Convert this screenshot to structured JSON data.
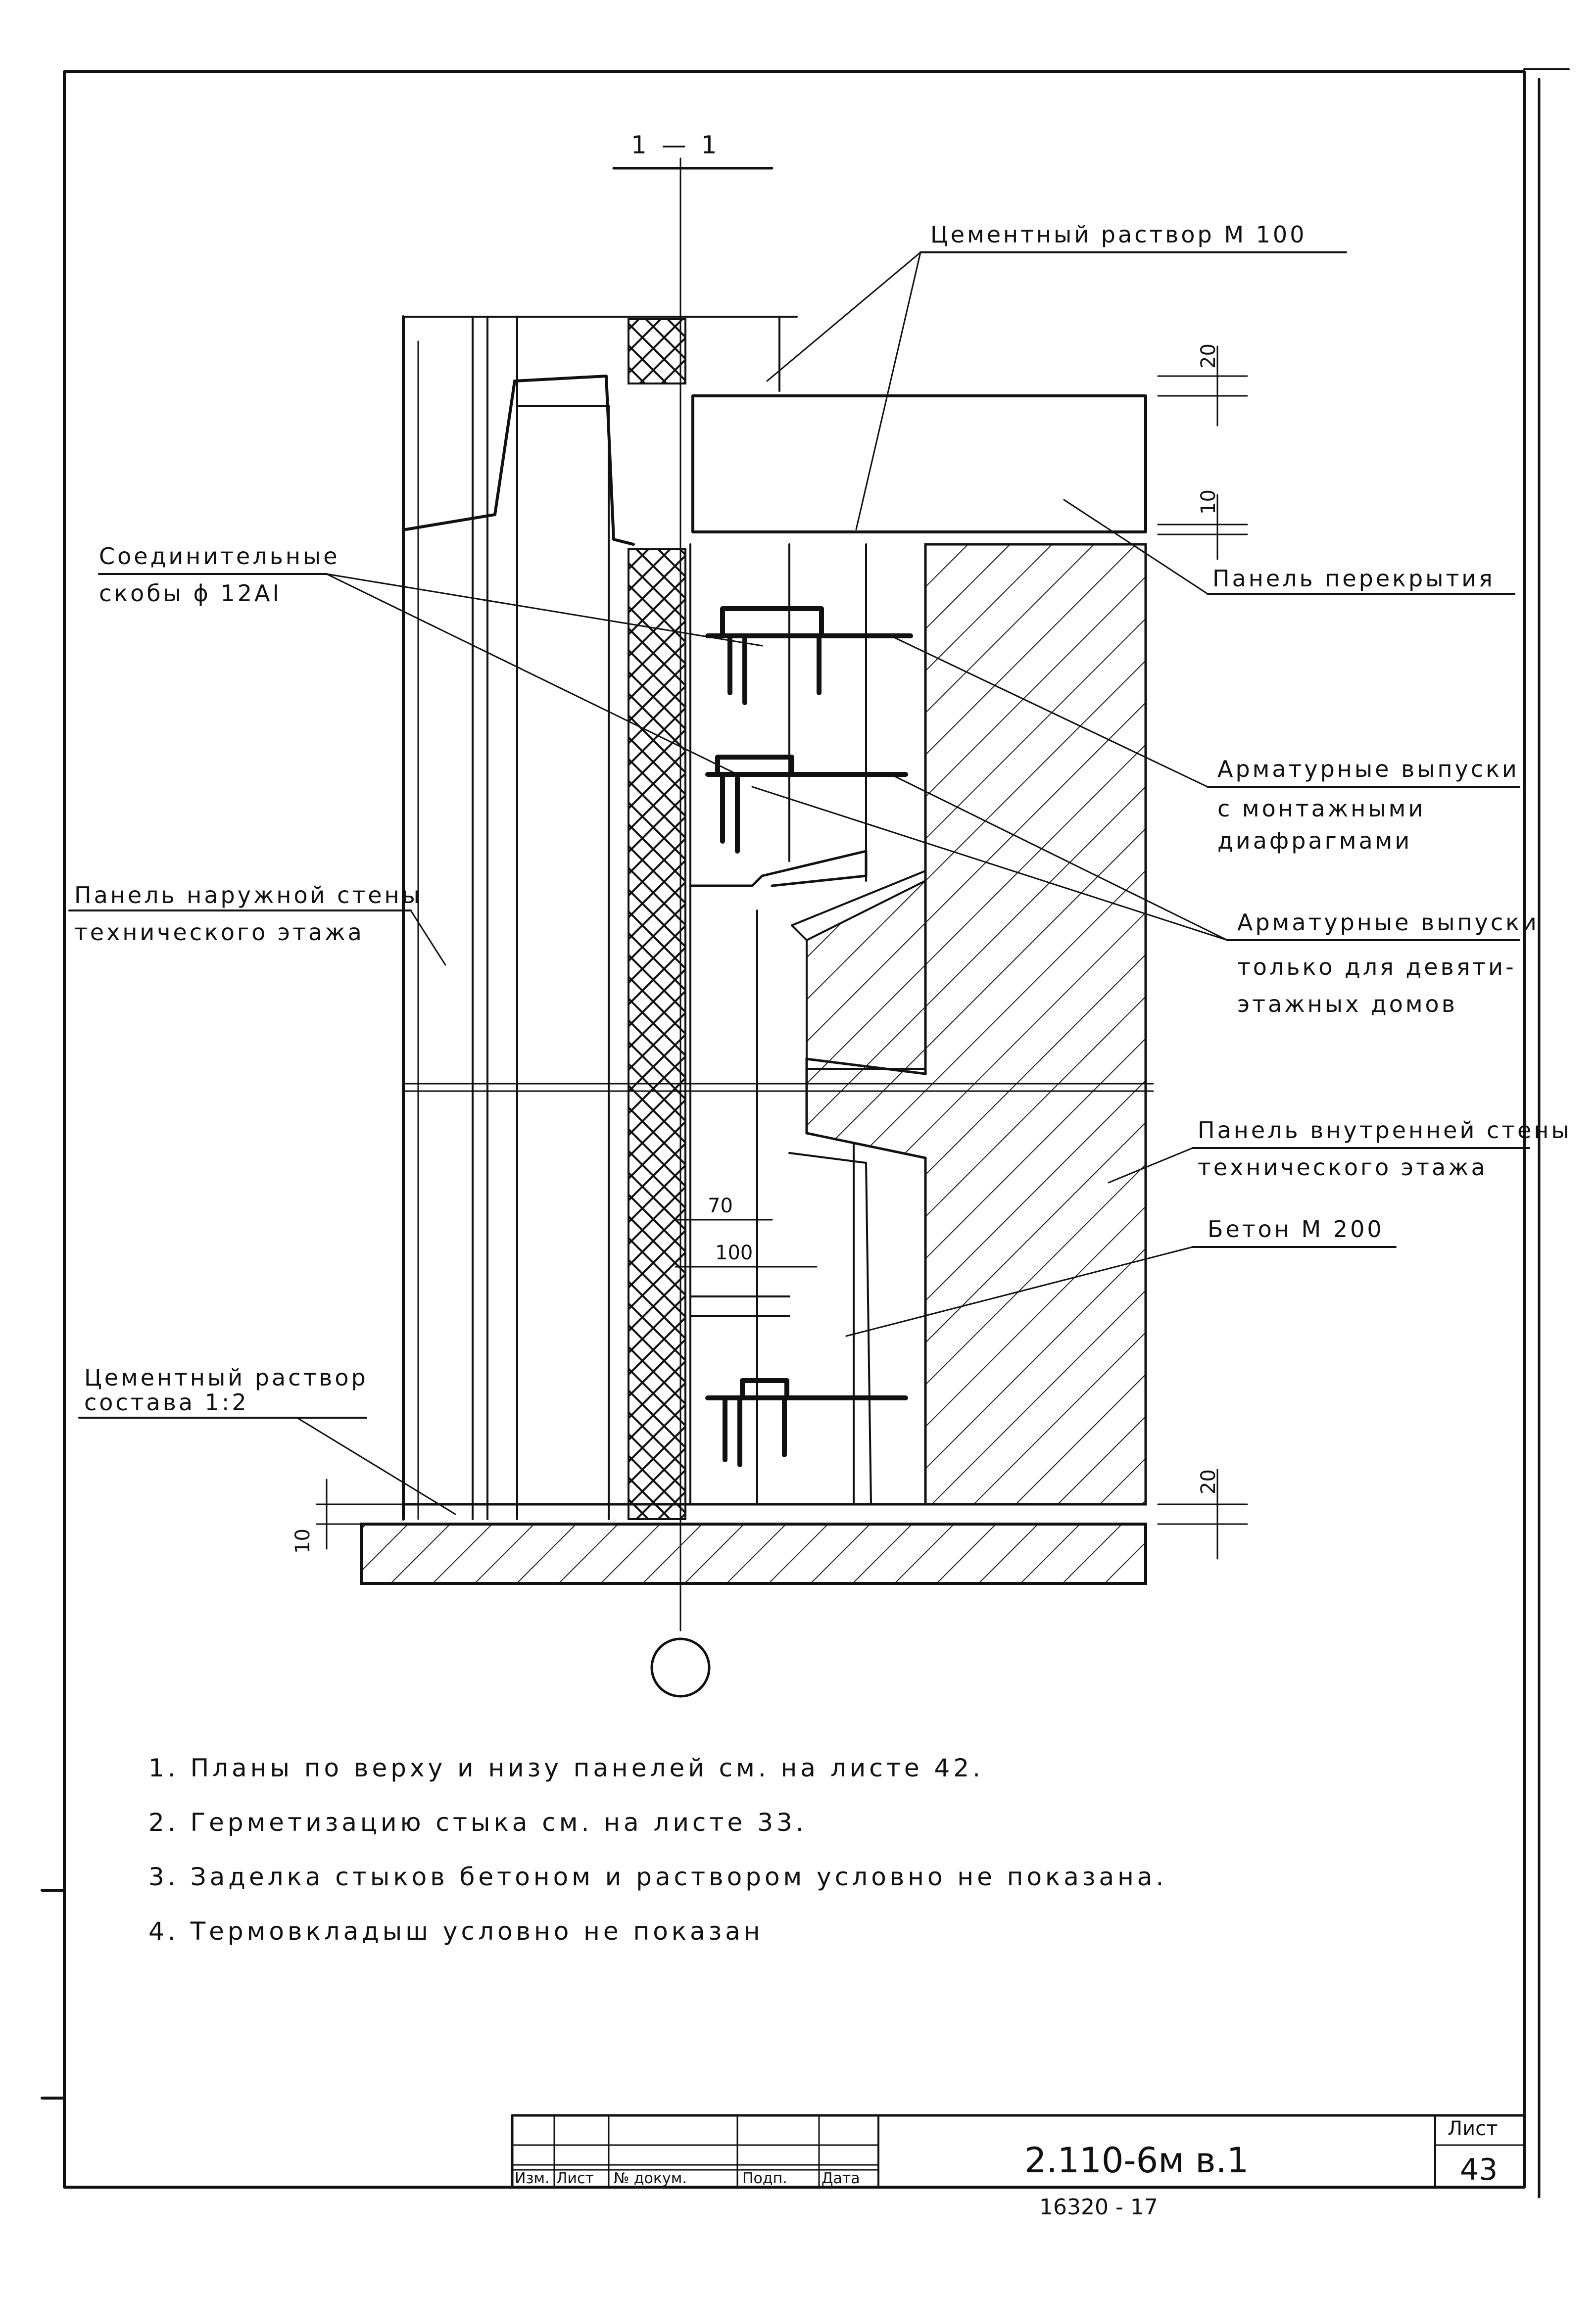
{
  "section_mark": "1 — 1",
  "labels": {
    "cement_mortar_top": "Цементный раствор М 100",
    "brackets_line1": "Соединительные",
    "brackets_line2": "скобы ϕ 12АI",
    "floor_panel": "Панель перекрытия",
    "rebar_outlets_1_line1": "Арматурные выпуски",
    "rebar_outlets_1_line2": "с монтажными",
    "rebar_outlets_1_line3": "диафрагмами",
    "outer_wall_line1": "Панель наружной стены",
    "outer_wall_line2": "технического этажа",
    "rebar_outlets_2_line1": "Арматурные выпуски",
    "rebar_outlets_2_line2": "только для девяти-",
    "rebar_outlets_2_line3": "этажных домов",
    "inner_wall_line1": "Панель внутренней стены",
    "inner_wall_line2": "технического этажа",
    "concrete": "Бетон М 200",
    "cement_mortar_bottom_line1": "Цементный раствор",
    "cement_mortar_bottom_line2": "состава 1:2"
  },
  "dimensions": {
    "top_gap": "20",
    "top_joint": "10",
    "offset_70": "70",
    "offset_100": "100",
    "bottom_right": "20",
    "bottom_left": "10"
  },
  "notes": [
    "1.  Планы по верху и низу панелей см. на листе 42.",
    "2.  Герметизацию стыка см. на листе 33.",
    "3.  Заделка стыков бетоном и раствором условно не показана.",
    "4.  Термовкладыш условно не показан"
  ],
  "title_block": {
    "columns": [
      "Изм.",
      "Лист",
      "№ докум.",
      "Подп.",
      "Дата"
    ],
    "document_code": "2.110-6м в.1",
    "sheet_label": "Лист",
    "sheet_number": "43",
    "stamp_number": "16320 - 17"
  }
}
